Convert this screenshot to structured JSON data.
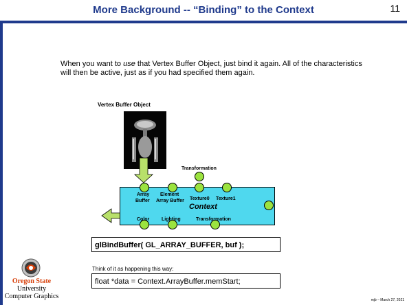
{
  "slide": {
    "title": "More Background -- “Binding” to the Context",
    "number": "11",
    "body": [
      {
        "text": "When you want to ",
        "italic": false
      },
      {
        "text": "use",
        "italic": true
      },
      {
        "text": " that Vertex Buffer Object, just bind it again.  All of the characteristics will then be active, just as if you had specified them again.",
        "italic": false
      }
    ]
  },
  "diagram": {
    "vbo_label": "Vertex Buffer Object",
    "context_label": "Context",
    "top_labels": {
      "transformation": "Transformation",
      "array_buffer_1": "Array",
      "array_buffer_2": "Buffer",
      "element_1": "Element",
      "element_2": "Array Buffer",
      "texture0": "Texture0",
      "texture1": "Texture1"
    },
    "bottom_labels": {
      "color": "Color",
      "lighting": "Lighting",
      "transformation": "Transformation"
    },
    "colors": {
      "context_fill": "#4fd8ee",
      "knob_fill": "#9be33f",
      "arrow_fill": "#b8e06a",
      "title_blue": "#1f3a8c"
    }
  },
  "code": {
    "bind_call": "glBindBuffer( GL_ARRAY_BUFFER, buf );",
    "think_caption": "Think of it as happening this way:",
    "data_line": "float *data = Context.ArrayBuffer.memStart;"
  },
  "branding": {
    "line1": "Oregon State",
    "line2": "University",
    "line3": "Computer Graphics"
  },
  "footer": "mjb – March 27, 2021"
}
